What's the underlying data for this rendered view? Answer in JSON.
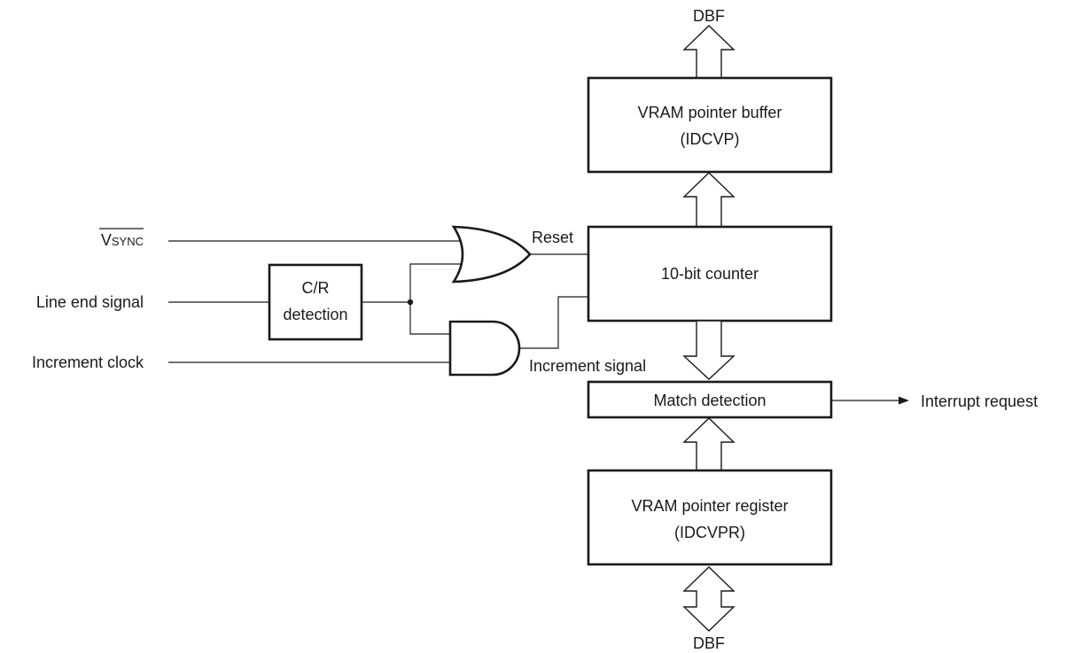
{
  "diagram": {
    "inputs": {
      "vsync": {
        "main": "V",
        "sub": "SYNC"
      },
      "line_end": "Line end signal",
      "increment_clock": "Increment clock"
    },
    "blocks": {
      "cr_detection": {
        "line1": "C/R",
        "line2": "detection"
      },
      "vram_pointer_buffer": {
        "line1": "VRAM pointer buffer",
        "line2": "(IDCVP)"
      },
      "counter": "10-bit counter",
      "match_detection": "Match detection",
      "vram_pointer_register": {
        "line1": "VRAM pointer register",
        "line2": "(IDCVPR)"
      }
    },
    "signals": {
      "reset": "Reset",
      "increment_signal": "Increment signal",
      "interrupt_request": "Interrupt request"
    },
    "buses": {
      "top": "DBF",
      "bottom": "DBF"
    }
  }
}
